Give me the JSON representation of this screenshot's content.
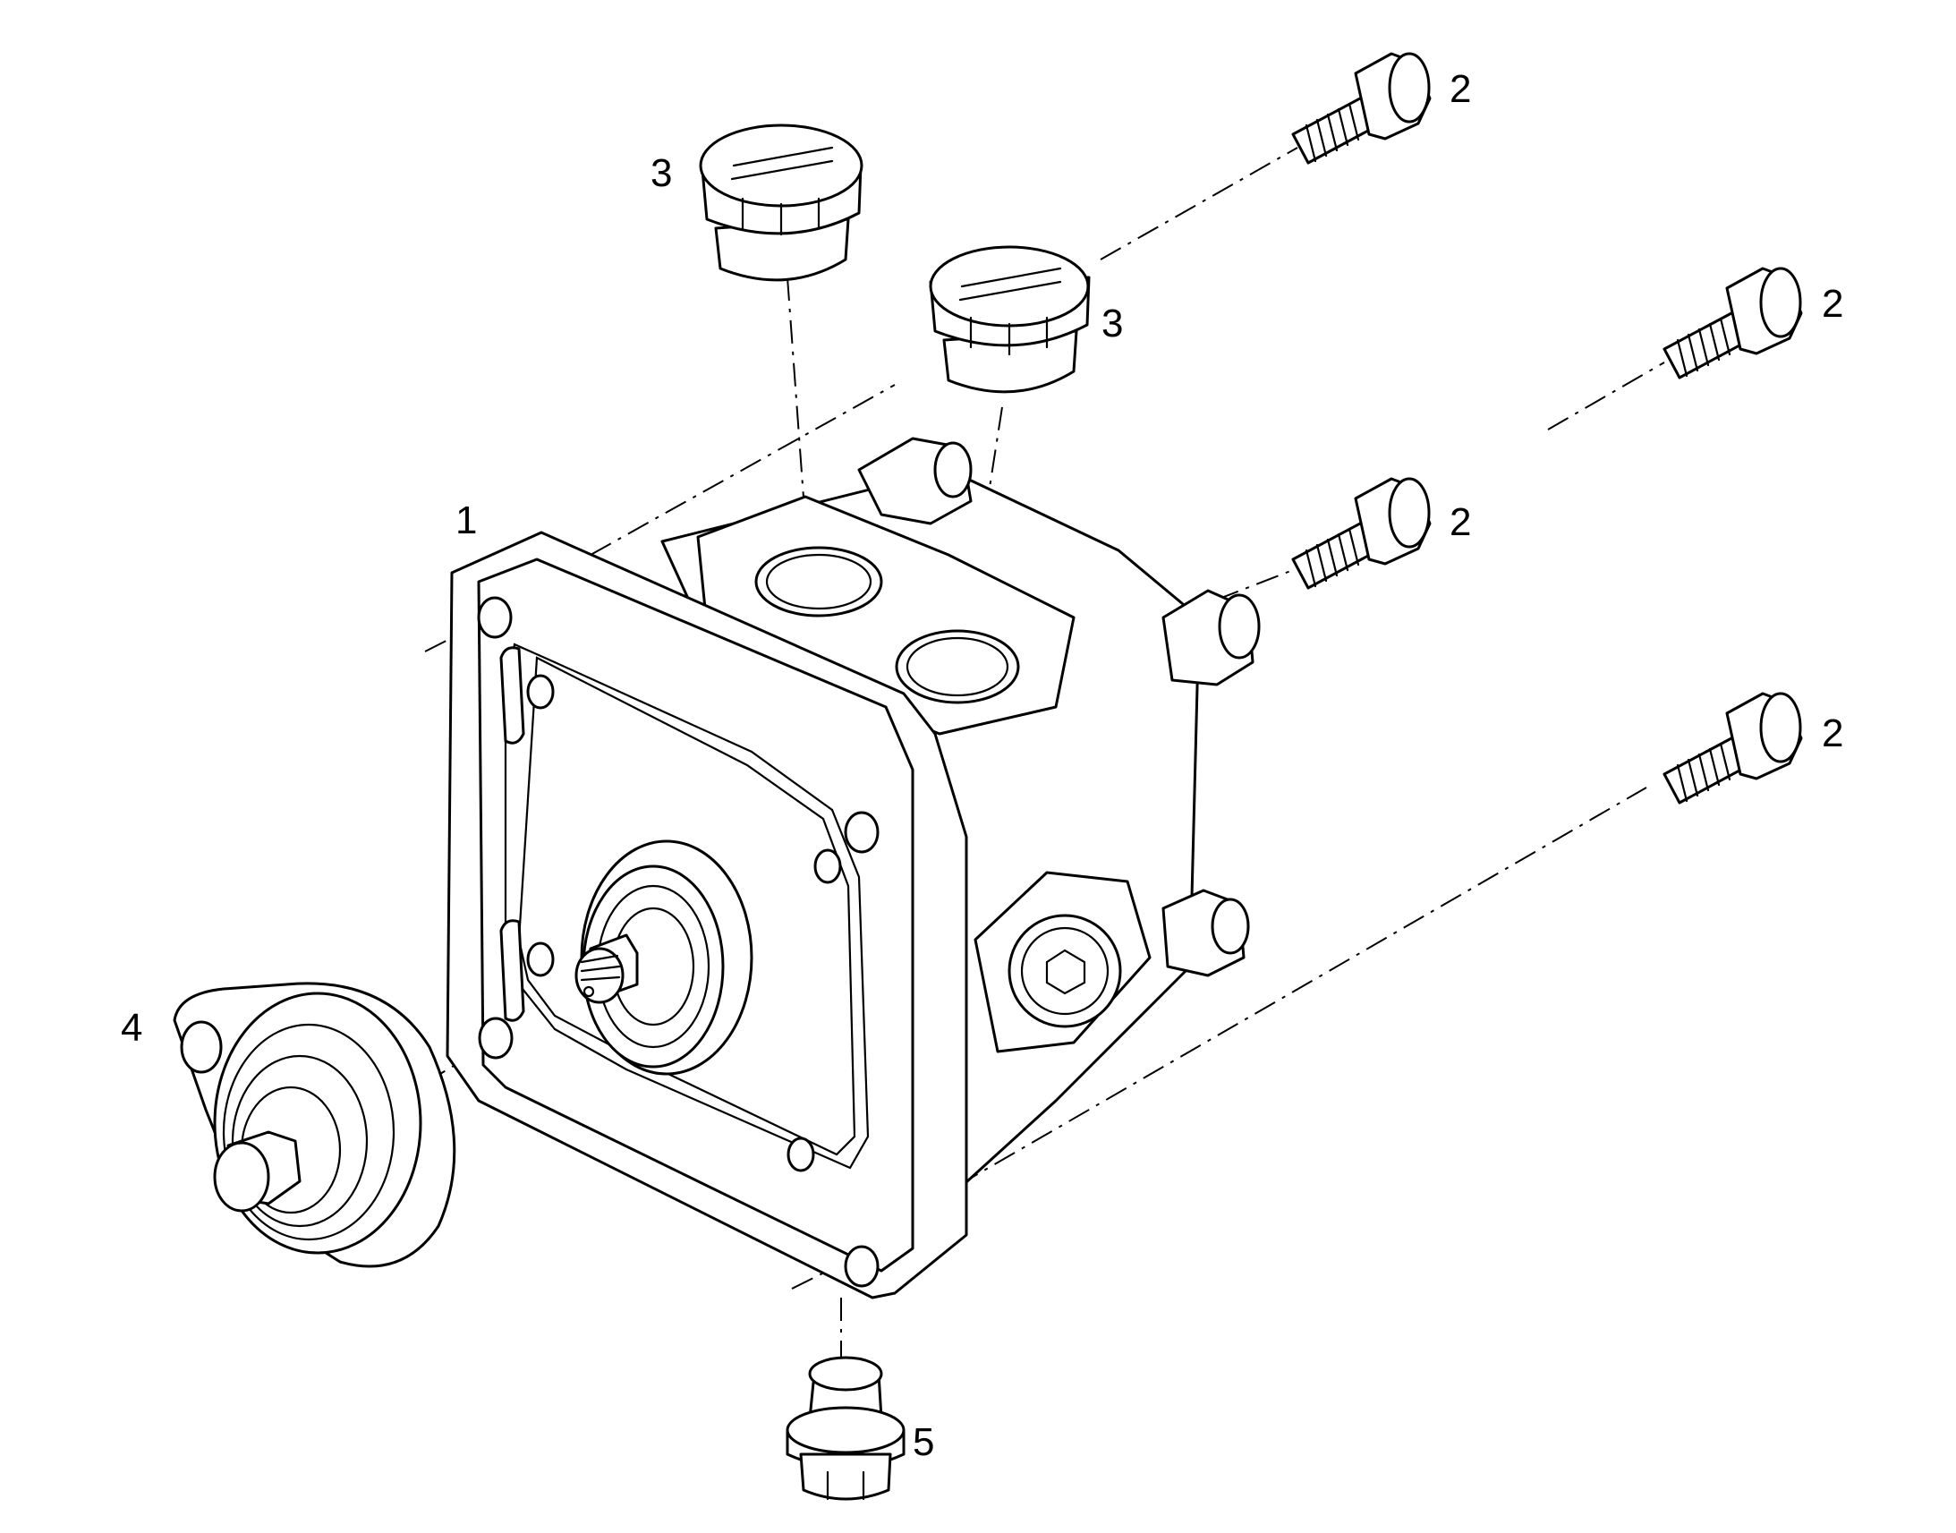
{
  "diagram": {
    "callouts": [
      {
        "id": "part-1",
        "text": "1"
      },
      {
        "id": "part-2-a",
        "text": "2"
      },
      {
        "id": "part-2-b",
        "text": "2"
      },
      {
        "id": "part-2-c",
        "text": "2"
      },
      {
        "id": "part-2-d",
        "text": "2"
      },
      {
        "id": "part-3-a",
        "text": "3"
      },
      {
        "id": "part-3-b",
        "text": "3"
      },
      {
        "id": "part-4",
        "text": "4"
      },
      {
        "id": "part-5",
        "text": "5"
      }
    ]
  }
}
